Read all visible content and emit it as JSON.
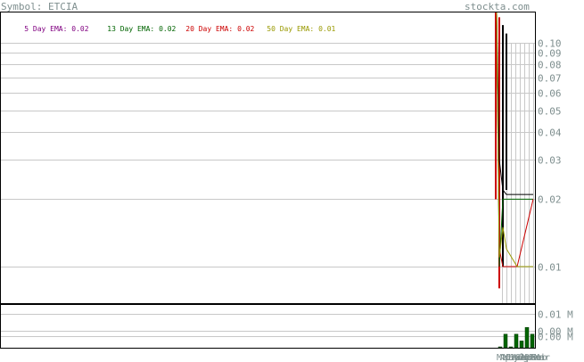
{
  "header": {
    "symbol_label": "Symbol: ETCIA",
    "site": "stockta.com"
  },
  "legend": [
    {
      "label": "5 Day EMA:",
      "value": "0.02",
      "color": "#800080"
    },
    {
      "label": "13 Day EMA:",
      "value": "0.02",
      "color": "#006400"
    },
    {
      "label": "20 Day EMA:",
      "value": "0.02",
      "color": "#cc0000"
    },
    {
      "label": "50 Day EMA:",
      "value": "0.01",
      "color": "#999900"
    }
  ],
  "chart_data": {
    "type": "line",
    "price_axis": {
      "scale": "log",
      "ticks": [
        "0.10",
        "0.09",
        "0.08",
        "0.07",
        "0.06",
        "0.05",
        "0.04",
        "0.03",
        "0.02",
        "0.01"
      ],
      "tick_values": [
        0.1,
        0.09,
        0.08,
        0.07,
        0.06,
        0.05,
        0.04,
        0.03,
        0.02,
        0.01
      ]
    },
    "volume_axis": {
      "ticks": [
        "0.01 M",
        "0.00 M",
        "0.00 M"
      ],
      "tick_values": [
        0.01,
        0.005,
        0.0
      ]
    },
    "x_labels": [
      "Mar",
      "Apr",
      "May",
      "Jun",
      "Jul",
      "Aug",
      "Sep",
      "Oct",
      "Nov",
      "Dec",
      "Jan",
      "Feb",
      "Mar"
    ],
    "candles": [
      {
        "high": 0.16,
        "low": 0.02,
        "color": "#cc0000"
      },
      {
        "high": 0.13,
        "low": 0.008,
        "color": "#cc0000"
      },
      {
        "high": 0.12,
        "low": 0.01,
        "color": "#000000"
      },
      {
        "high": 0.11,
        "low": 0.022,
        "color": "#000000"
      }
    ],
    "series": [
      {
        "name": "5 Day EMA",
        "color": "#000000",
        "values": [
          0.16,
          0.03,
          0.022,
          0.021,
          0.021,
          0.021
        ]
      },
      {
        "name": "13 Day EMA",
        "color": "#006400",
        "values": [
          0.14,
          0.01,
          0.02,
          0.02,
          0.02,
          0.02
        ]
      },
      {
        "name": "20 Day EMA",
        "color": "#cc0000",
        "values": [
          0.15,
          0.012,
          0.01,
          0.01,
          0.01,
          0.02
        ]
      },
      {
        "name": "50 Day EMA",
        "color": "#999900",
        "values": [
          0.16,
          0.011,
          0.015,
          0.012,
          0.01,
          0.01
        ]
      }
    ],
    "volume": [
      0.0,
      0.004,
      0.0,
      0.004,
      0.002,
      0.006,
      0.004
    ]
  }
}
